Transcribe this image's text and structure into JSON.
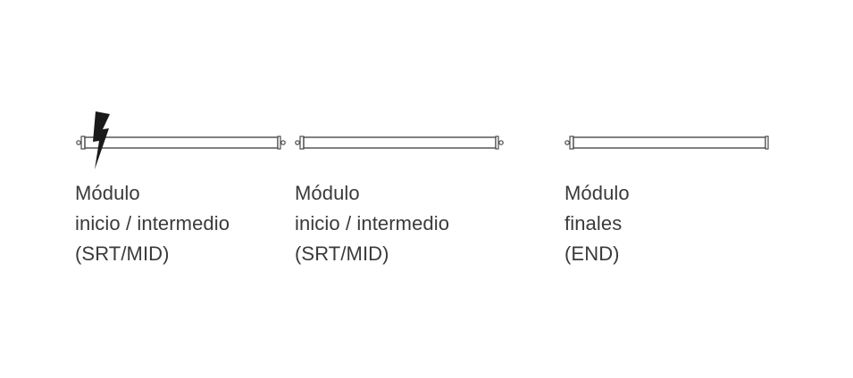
{
  "modules": [
    {
      "line1": "Módulo",
      "line2": "inicio / intermedio",
      "line3": "(SRT/MID)",
      "has_power_symbol": true,
      "connector_left": true,
      "connector_right": true
    },
    {
      "line1": "Módulo",
      "line2": "inicio / intermedio",
      "line3": "(SRT/MID)",
      "has_power_symbol": false,
      "connector_left": true,
      "connector_right": true
    },
    {
      "line1": "Módulo",
      "line2": "finales",
      "line3": "(END)",
      "has_power_symbol": false,
      "connector_left": true,
      "connector_right": false
    }
  ],
  "colors": {
    "stroke": "#4a4a4a",
    "fill": "#ffffff",
    "power": "#1a1a1a",
    "text": "#3a3a3a"
  }
}
